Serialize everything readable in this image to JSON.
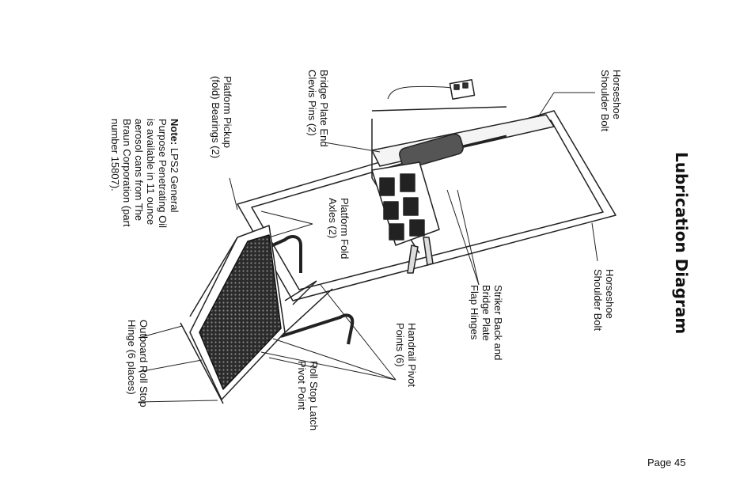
{
  "title": "Lubrication Diagram",
  "labels": {
    "horseshoe_top": "Horseshoe\nShoulder Bolt",
    "bridge_clevis": "Bridge Plate End\nClevis Pins (2)",
    "platform_pickup": "Platform Pickup\n(fold) Bearings (2)",
    "fold_axles": "Platform Fold\nAxles (2)",
    "horseshoe_right": "Horseshoe\nShoulder Bolt",
    "striker": "Striker Back and\nBridge Plate\nFlap Hinges",
    "handrail": "Handrail Pivot\nPoints (6)",
    "roll_stop_latch": "Roll Stop Latch\nPivot Point",
    "outboard": "Outboard Roll Stop\nHinge (6 places)"
  },
  "note": {
    "lead": "Note:",
    "text": " LPS2 General\nPurpose Penetrating Oil\nis available in 11 ounce\naerosol cans from The\nBraun Corporation (part\nnumber 15807)."
  },
  "page_number": "Page 45"
}
